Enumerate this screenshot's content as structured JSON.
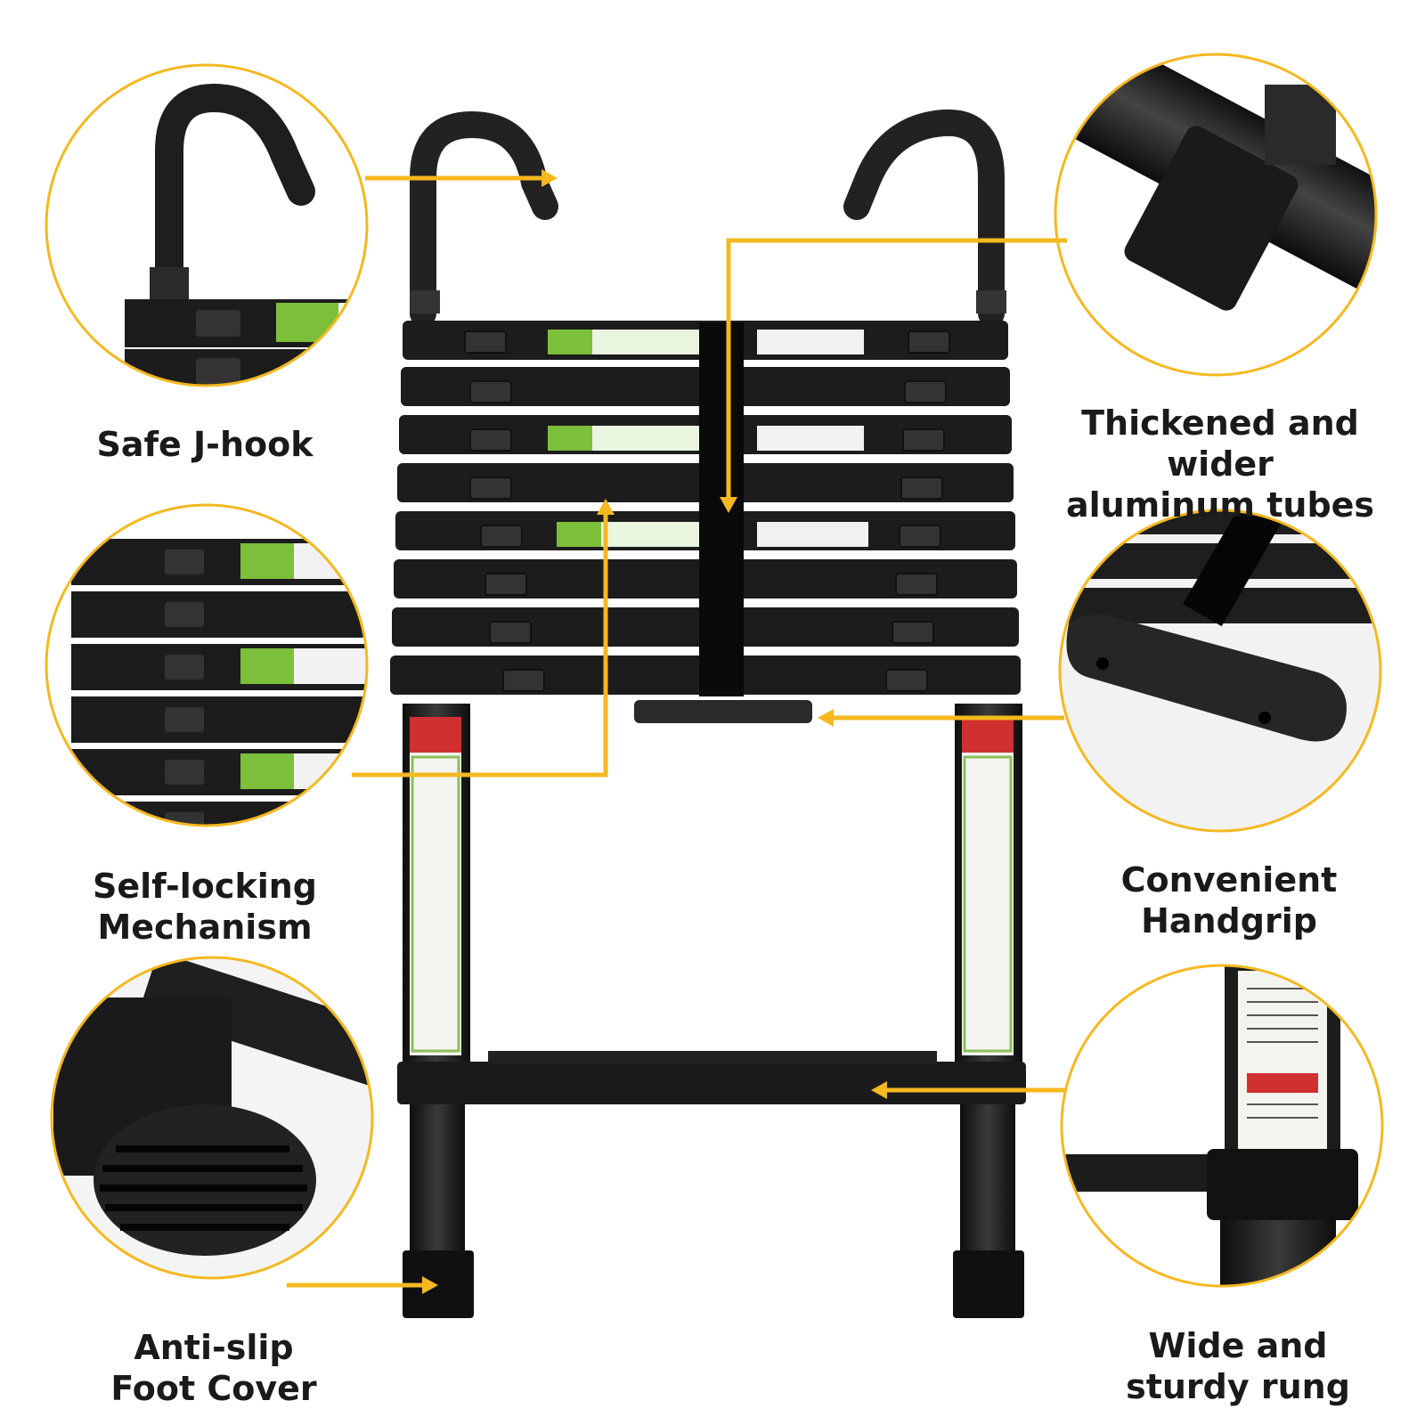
{
  "accent_color": "#F5B820",
  "ladder_color": "#1c1c1c",
  "features": {
    "hook": {
      "line1": "Safe J-hook",
      "line2": "",
      "icon": "j-hook-icon"
    },
    "lock": {
      "line1": "Self-locking",
      "line2": "Mechanism",
      "icon": "lock-mechanism-icon"
    },
    "foot": {
      "line1": "Anti-slip",
      "line2": "Foot Cover",
      "icon": "foot-cover-icon"
    },
    "tube": {
      "line1": "Thickened and wider",
      "line2": "aluminum tubes",
      "icon": "tube-icon"
    },
    "grip": {
      "line1": "Convenient",
      "line2": "Handgrip",
      "icon": "handgrip-icon"
    },
    "rung": {
      "line1": "Wide and",
      "line2": "sturdy rung",
      "icon": "rung-icon"
    }
  }
}
